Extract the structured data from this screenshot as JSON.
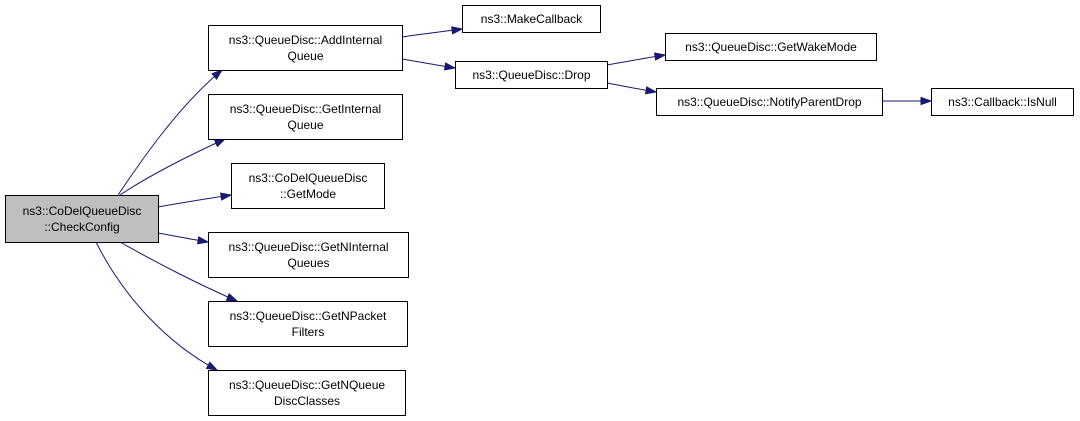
{
  "diagram": {
    "nodes": [
      {
        "id": "checkconfig",
        "lines": [
          "ns3::CoDelQueueDisc",
          "::CheckConfig"
        ],
        "root": true
      },
      {
        "id": "addinternalqueue",
        "lines": [
          "ns3::QueueDisc::AddInternal",
          "Queue"
        ]
      },
      {
        "id": "getinternalqueue",
        "lines": [
          "ns3::QueueDisc::GetInternal",
          "Queue"
        ]
      },
      {
        "id": "getmode",
        "lines": [
          "ns3::CoDelQueueDisc",
          "::GetMode"
        ]
      },
      {
        "id": "getninternalqueues",
        "lines": [
          "ns3::QueueDisc::GetNInternal",
          "Queues"
        ]
      },
      {
        "id": "getnpacketfilters",
        "lines": [
          "ns3::QueueDisc::GetNPacket",
          "Filters"
        ]
      },
      {
        "id": "getnqueuediscclasses",
        "lines": [
          "ns3::QueueDisc::GetNQueue",
          "DiscClasses"
        ]
      },
      {
        "id": "makecallback",
        "lines": [
          "ns3::MakeCallback"
        ]
      },
      {
        "id": "drop",
        "lines": [
          "ns3::QueueDisc::Drop"
        ]
      },
      {
        "id": "getwakemode",
        "lines": [
          "ns3::QueueDisc::GetWakeMode"
        ]
      },
      {
        "id": "notifyparentdrop",
        "lines": [
          "ns3::QueueDisc::NotifyParentDrop"
        ]
      },
      {
        "id": "isnull",
        "lines": [
          "ns3::Callback::IsNull"
        ]
      }
    ],
    "edges": [
      {
        "from": "checkconfig",
        "to": "addinternalqueue"
      },
      {
        "from": "checkconfig",
        "to": "getinternalqueue"
      },
      {
        "from": "checkconfig",
        "to": "getmode"
      },
      {
        "from": "checkconfig",
        "to": "getninternalqueues"
      },
      {
        "from": "checkconfig",
        "to": "getnpacketfilters"
      },
      {
        "from": "checkconfig",
        "to": "getnqueuediscclasses"
      },
      {
        "from": "addinternalqueue",
        "to": "makecallback"
      },
      {
        "from": "addinternalqueue",
        "to": "drop"
      },
      {
        "from": "drop",
        "to": "getwakemode"
      },
      {
        "from": "drop",
        "to": "notifyparentdrop"
      },
      {
        "from": "notifyparentdrop",
        "to": "isnull"
      }
    ]
  }
}
